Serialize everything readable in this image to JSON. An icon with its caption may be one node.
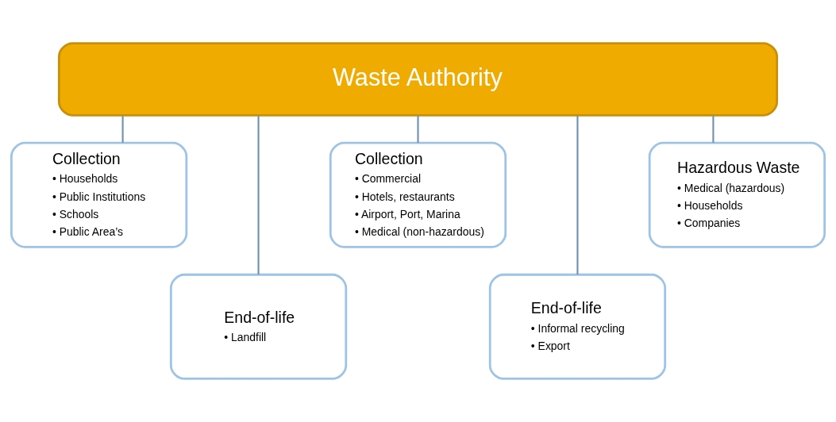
{
  "diagram": {
    "nodes": [
      {
        "text": [
          "Waste Authority"
        ]
      },
      {
        "text": [
          "Collection",
          "• Households",
          "• Public Institutions",
          "• Schools",
          "• Public Area’s"
        ]
      },
      {
        "text": [
          "End-of-life",
          "• Landfill"
        ]
      },
      {
        "text": [
          "Collection",
          "• Commercial",
          "• Hotels, restaurants",
          "• Airport, Port, Marina",
          "• Medical (non-hazardous)"
        ]
      },
      {
        "text": [
          "End-of-life",
          "• Informal recycling",
          "• Export"
        ]
      },
      {
        "text": [
          "Hazardous Waste",
          "• Medical (hazardous)",
          "• Households",
          "• Companies"
        ]
      }
    ],
    "edges": [
      {
        "from": 0,
        "to": 1,
        "arrow": "none"
      },
      {
        "from": 0,
        "to": 2,
        "arrow": "none"
      },
      {
        "from": 0,
        "to": 3,
        "arrow": "none"
      },
      {
        "from": 0,
        "to": 4,
        "arrow": "none"
      },
      {
        "from": 0,
        "to": 5,
        "arrow": "none"
      }
    ]
  }
}
